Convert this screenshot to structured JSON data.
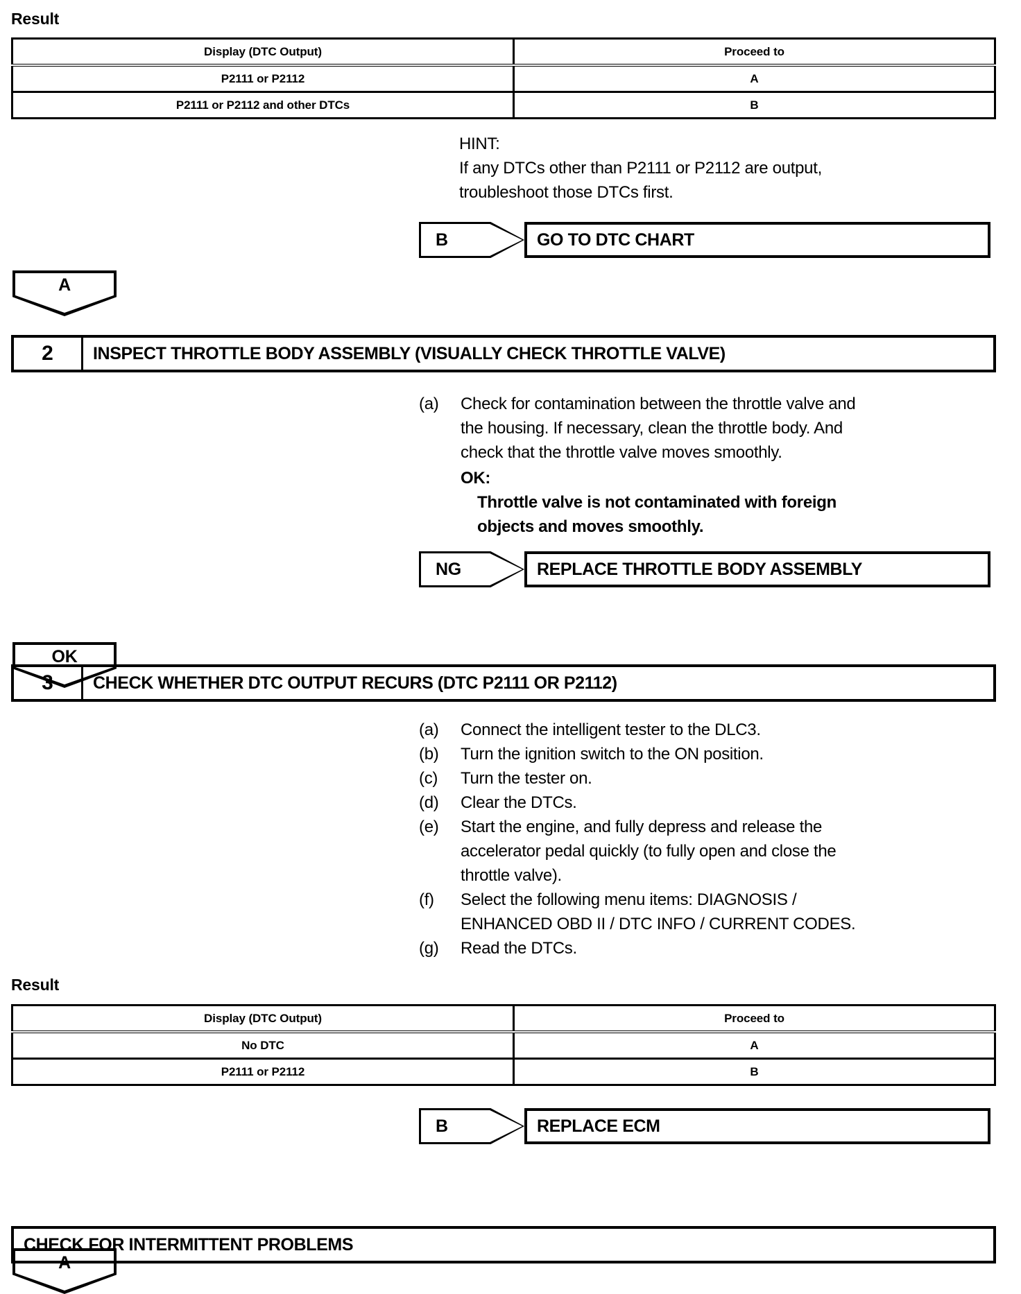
{
  "document": {
    "type": "automotive-diagnostic-flowchart",
    "section1": {
      "result_heading": "Result",
      "table": {
        "headers": [
          "Display (DTC Output)",
          "Proceed to"
        ],
        "rows": [
          [
            "P2111 or P2112",
            "A"
          ],
          [
            "P2111 or P2112 and other DTCs",
            "B"
          ]
        ]
      },
      "hint": {
        "label": "HINT:",
        "line1": "If any DTCs other than P2111 or P2112 are output,",
        "line2": "troubleshoot those DTCs first."
      },
      "branch": {
        "tag": "B",
        "action": "GO TO DTC CHART"
      },
      "connector": "A"
    },
    "step2": {
      "number": "2",
      "title": "INSPECT THROTTLE BODY ASSEMBLY (VISUALLY CHECK THROTTLE VALVE)",
      "items": [
        {
          "marker": "(a)",
          "lines": [
            "Check for contamination between the throttle valve and",
            "the housing. If necessary, clean the throttle body. And",
            "check that the throttle valve moves smoothly."
          ]
        }
      ],
      "ok_label": "OK:",
      "ok_lines": [
        "Throttle valve is not contaminated with foreign",
        "objects and moves smoothly."
      ],
      "branch": {
        "tag": "NG",
        "action": "REPLACE THROTTLE BODY ASSEMBLY"
      },
      "connector": "OK"
    },
    "step3": {
      "number": "3",
      "title": "CHECK WHETHER DTC OUTPUT RECURS (DTC P2111 OR P2112)",
      "items": [
        {
          "marker": "(a)",
          "lines": [
            "Connect the intelligent tester to the DLC3."
          ]
        },
        {
          "marker": "(b)",
          "lines": [
            "Turn the ignition switch to the ON position."
          ]
        },
        {
          "marker": "(c)",
          "lines": [
            "Turn the tester on."
          ]
        },
        {
          "marker": "(d)",
          "lines": [
            "Clear the DTCs."
          ]
        },
        {
          "marker": "(e)",
          "lines": [
            "Start the engine, and fully depress and release the",
            "accelerator pedal quickly (to fully open and close the",
            "throttle valve)."
          ]
        },
        {
          "marker": "(f)",
          "lines": [
            "Select the following menu items: DIAGNOSIS /",
            "ENHANCED OBD II / DTC INFO / CURRENT CODES."
          ]
        },
        {
          "marker": "(g)",
          "lines": [
            "Read the DTCs."
          ]
        }
      ],
      "result_heading": "Result",
      "table": {
        "headers": [
          "Display (DTC Output)",
          "Proceed to"
        ],
        "rows": [
          [
            "No DTC",
            "A"
          ],
          [
            "P2111 or P2112",
            "B"
          ]
        ]
      },
      "branch": {
        "tag": "B",
        "action": "REPLACE ECM"
      },
      "connector": "A"
    },
    "final": {
      "action": "CHECK FOR INTERMITTENT PROBLEMS"
    }
  }
}
